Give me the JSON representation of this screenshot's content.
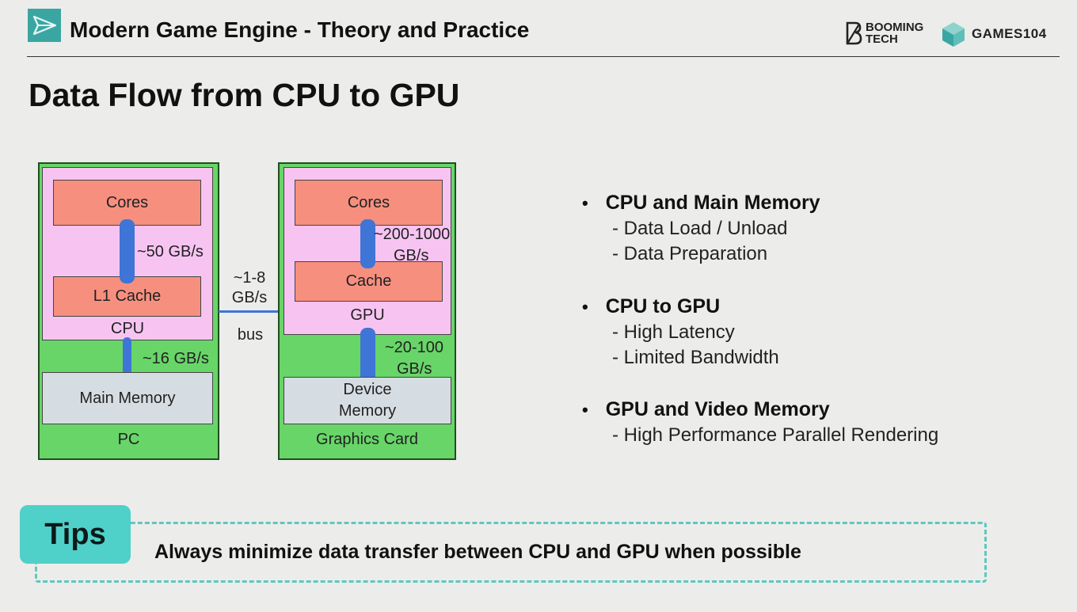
{
  "header": {
    "course_title": "Modern Game Engine - Theory and Practice",
    "booming_logo": {
      "line1": "BOOMING",
      "line2": "TECH"
    },
    "games104_logo": "GAMES104"
  },
  "slide_title": "Data Flow from CPU to GPU",
  "diagram": {
    "pc": {
      "label": "PC",
      "cpu_label": "CPU",
      "cores": "Cores",
      "l1_cache": "L1 Cache",
      "main_memory": "Main Memory",
      "bw_cores_cache": "~50 GB/s",
      "bw_cpu_memory": "~16 GB/s"
    },
    "bus": {
      "bw_line1": "~1-8",
      "bw_line2": "GB/s",
      "label": "bus"
    },
    "graphics_card": {
      "label": "Graphics Card",
      "gpu_label": "GPU",
      "cores": "Cores",
      "cache": "Cache",
      "device_memory_line1": "Device",
      "device_memory_line2": "Memory",
      "bw_cores_cache_line1": "~200-1000",
      "bw_cores_cache_line2": "GB/s",
      "bw_gpu_memory_line1": "~20-100",
      "bw_gpu_memory_line2": "GB/s"
    }
  },
  "bullets": [
    {
      "heading": "CPU and Main Memory",
      "items": [
        "- Data Load / Unload",
        "- Data Preparation"
      ]
    },
    {
      "heading": "CPU to GPU",
      "items": [
        "- High Latency",
        "- Limited Bandwidth"
      ]
    },
    {
      "heading": "GPU and Video Memory",
      "items": [
        "- High Performance Parallel Rendering"
      ]
    }
  ],
  "bullet_glyph": "•",
  "tips": {
    "badge": "Tips",
    "text": "Always minimize data transfer between CPU and GPU when possible"
  },
  "colors": {
    "accent_teal": "#4fd0c8",
    "board_green": "#68d568",
    "chip_pink": "#f7c4f2",
    "block_salmon": "#f78f7f",
    "memory_gray": "#d6dde2",
    "link_blue": "#3f75d6"
  }
}
